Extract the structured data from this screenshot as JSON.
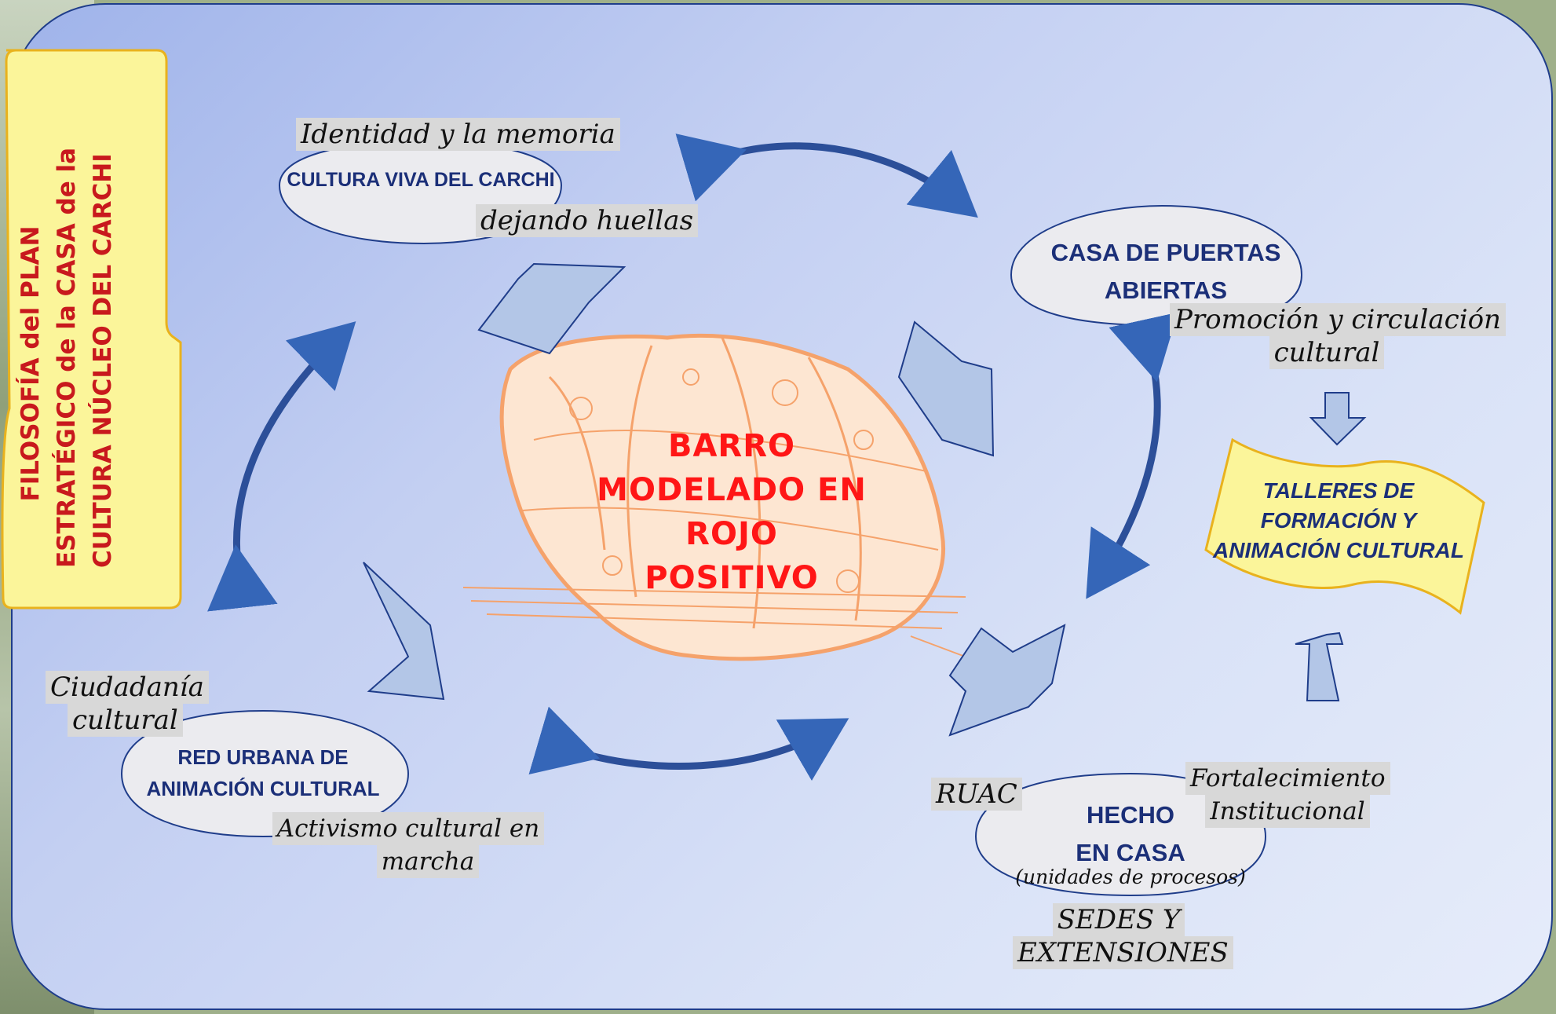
{
  "side_banner": {
    "lines": [
      "FILOSOFÍA del PLAN",
      "ESTRATÉGICO de la CASA de la",
      "CULTURA NÚCLEO DEL CARCHI"
    ]
  },
  "center": {
    "lines": [
      "BARRO",
      "MODELADO  EN",
      "ROJO",
      "POSITIVO"
    ]
  },
  "nodes": {
    "top_left": {
      "title": "CULTURA VIVA DEL CARCHI",
      "tag_above": "Identidad y la memoria",
      "tag_below": "dejando huellas"
    },
    "top_right": {
      "title_lines": [
        "CASA DE PUERTAS",
        "ABIERTAS"
      ],
      "tag_lines": [
        "Promoción y circulación",
        "cultural"
      ]
    },
    "bottom_left": {
      "title_lines": [
        "RED URBANA DE",
        "ANIMACIÓN CULTURAL"
      ],
      "tag_above_lines": [
        "Ciudadanía",
        "cultural"
      ],
      "tag_below_lines": [
        "Activismo cultural en",
        "marcha"
      ]
    },
    "bottom_right": {
      "title_lines": [
        "HECHO",
        "EN CASA"
      ],
      "subtitle": "(unidades de procesos)",
      "tag_left": "RUAC",
      "tag_right_lines": [
        "Fortalecimiento",
        "Institucional"
      ],
      "tag_below_lines": [
        "SEDES Y",
        "EXTENSIONES"
      ]
    }
  },
  "talleres": {
    "lines": [
      "TALLERES DE",
      "FORMACIÓN Y",
      "ANIMACIÓN CULTURAL"
    ]
  },
  "colors": {
    "panel_border": "#1f3d8a",
    "cycle_arrow": "#2c4f99",
    "block_arrow_fill": "#b3c6e7",
    "block_arrow_stroke": "#1f3d8a",
    "node_fill": "#ebebef",
    "banner_fill": "#fbf59a",
    "banner_border": "#e9b21d",
    "center_text": "#ff1616",
    "stone": "#f5a26b"
  }
}
